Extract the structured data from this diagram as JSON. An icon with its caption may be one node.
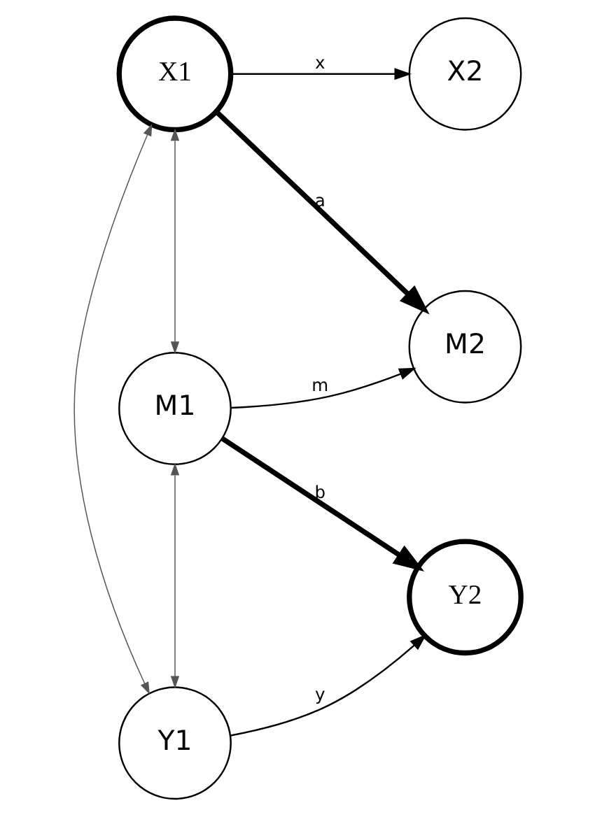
{
  "diagram": {
    "nodes": [
      {
        "text": [
          "X1"
        ]
      },
      {
        "text": [
          "X2"
        ]
      },
      {
        "text": [
          "M1"
        ]
      },
      {
        "text": [
          "M2"
        ]
      },
      {
        "text": [
          "Y1"
        ]
      },
      {
        "text": [
          "Y2"
        ]
      }
    ],
    "edges": [
      {
        "from": 0,
        "to": 1,
        "arrow": "to",
        "label": "x"
      },
      {
        "from": 0,
        "to": 3,
        "arrow": "to",
        "label": "a",
        "style": "thick"
      },
      {
        "from": 2,
        "to": 3,
        "arrow": "to",
        "label": "m"
      },
      {
        "from": 2,
        "to": 5,
        "arrow": "to",
        "label": "b",
        "style": "thick"
      },
      {
        "from": 4,
        "to": 5,
        "arrow": "to",
        "label": "y"
      },
      {
        "from": 0,
        "to": 2,
        "arrow": "both"
      },
      {
        "from": 2,
        "to": 4,
        "arrow": "both"
      },
      {
        "from": 0,
        "to": 4,
        "arrow": "both"
      }
    ]
  }
}
